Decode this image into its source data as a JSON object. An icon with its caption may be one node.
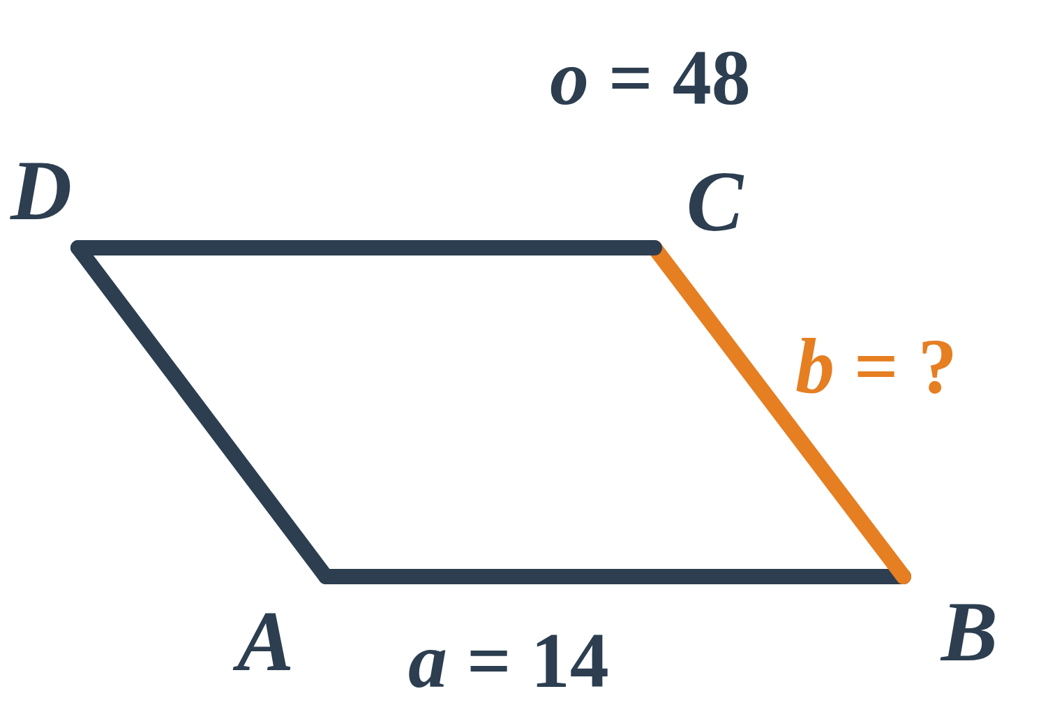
{
  "diagram": {
    "nodes": [
      {
        "text": [
          "D"
        ]
      },
      {
        "text": [
          "C"
        ]
      },
      {
        "text": [
          "A"
        ]
      },
      {
        "text": [
          "B"
        ]
      }
    ],
    "edges": [
      {
        "from": 2,
        "to": 3,
        "arrow": "none",
        "label": "*a* = 14"
      },
      {
        "from": 3,
        "to": 1,
        "arrow": "none",
        "label": "*b* = ?",
        "color": "#e67e22"
      },
      {
        "from": 1,
        "to": 0,
        "arrow": "none"
      },
      {
        "from": 0,
        "to": 2,
        "arrow": "none"
      }
    ],
    "labels": [
      "*o* = 48"
    ]
  }
}
